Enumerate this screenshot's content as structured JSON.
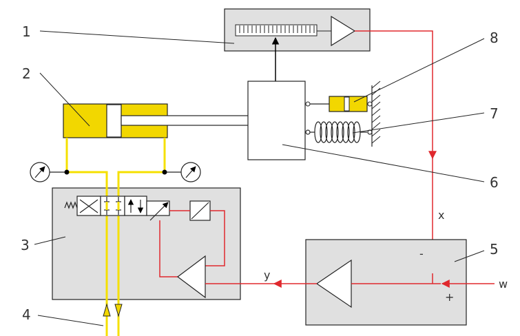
{
  "labels": {
    "n1": "1",
    "n2": "2",
    "n3": "3",
    "n4": "4",
    "n5": "5",
    "n6": "6",
    "n7": "7",
    "n8": "8"
  },
  "signals": {
    "x": "x",
    "y": "y",
    "w": "w",
    "minus": "-",
    "plus": "+"
  },
  "colors": {
    "hydraulic": "#f2d700",
    "hydraulic_line": "#f5e000",
    "signal": "#e0282d",
    "box_fill": "#e0e0e0",
    "outline": "#222222"
  }
}
